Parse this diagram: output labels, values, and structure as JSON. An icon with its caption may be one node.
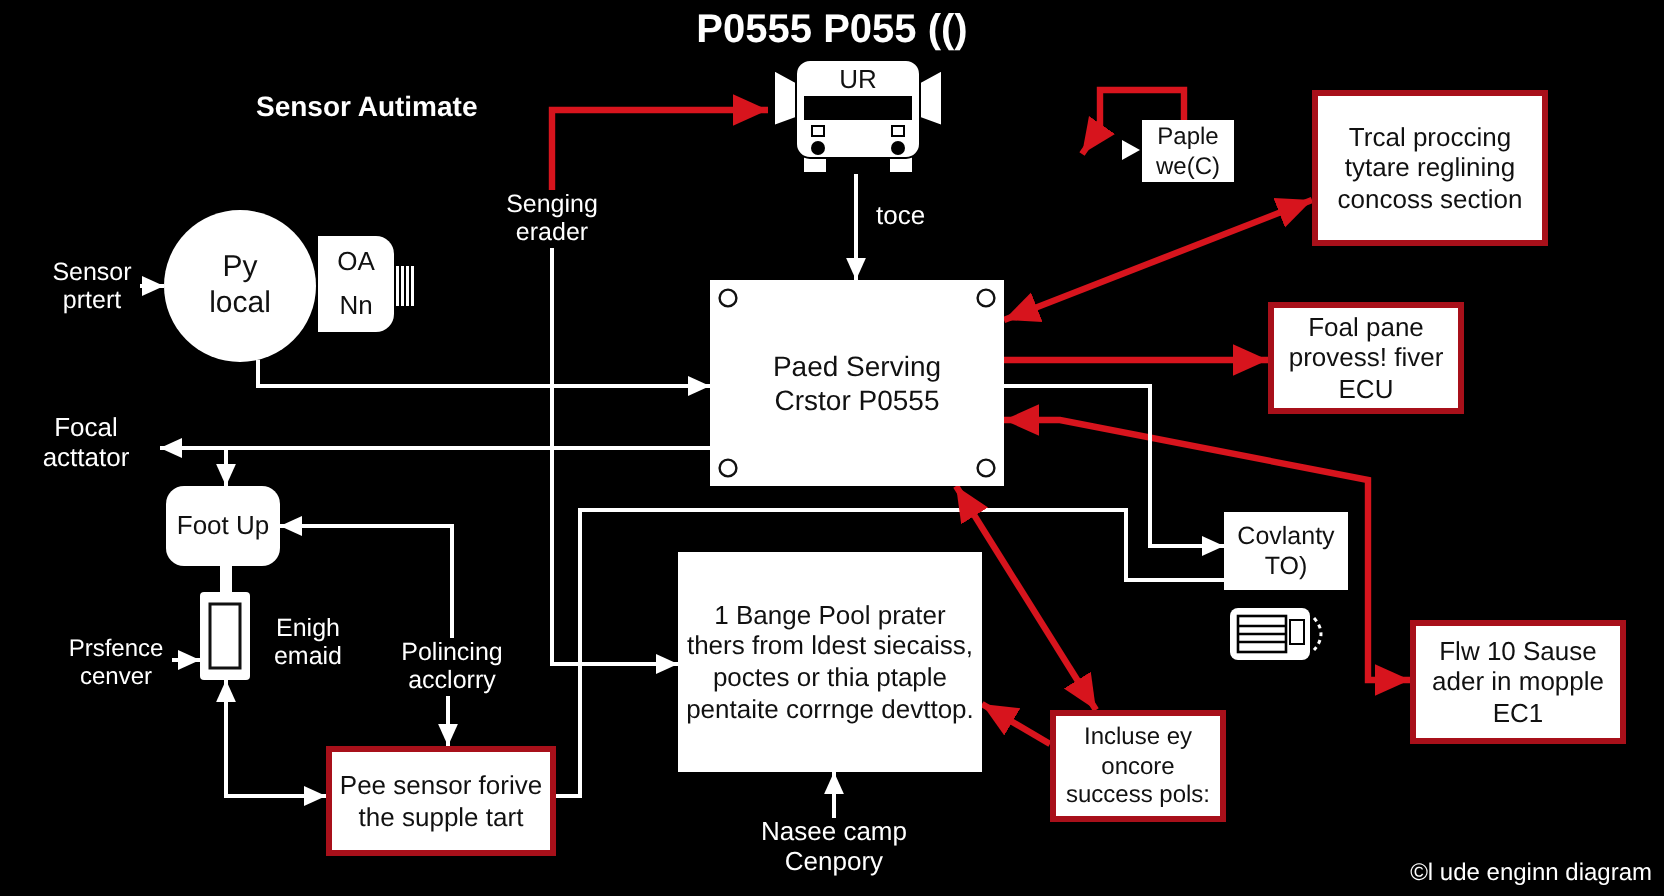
{
  "diagram": {
    "title": "P0555 P055 (()",
    "caption": "©l ude enginn diagram",
    "nodes": [
      {
        "text": [
          "UR"
        ]
      },
      {
        "text": [
          "Paple we(C)"
        ]
      },
      {
        "text": [
          "Trcal proccing tytare reglining concoss section"
        ]
      },
      {
        "text": [
          "Senging erader"
        ]
      },
      {
        "text": [
          "Sensor prtert"
        ]
      },
      {
        "text": [
          "Py local"
        ]
      },
      {
        "text": [
          "OA",
          "Nn"
        ]
      },
      {
        "text": [
          "Paed Serving Crstor P0555"
        ]
      },
      {
        "text": [
          "Foal pane provess! fiver ECU"
        ]
      },
      {
        "text": [
          "Focal acttator"
        ]
      },
      {
        "text": [
          "Foot Up"
        ]
      },
      {
        "text": [
          "Covlanty TO)"
        ]
      },
      {
        "text": [],
        "shape": "picture",
        "beside": [
          "Enigh emaid"
        ]
      },
      {
        "text": [
          "Prsfence cenver"
        ]
      },
      {
        "text": [
          "Polincing acclorry"
        ]
      },
      {
        "text": [
          "1 Bange Pool prater thers from ldest siecaiss, poctes or thia ptaple pentaite corrnge devttop."
        ]
      },
      {
        "text": [
          "Flw 10 Sause ader in mopple EC1"
        ]
      },
      {
        "text": [
          "Incluse ey oncore success pols:"
        ]
      },
      {
        "text": [
          "Pee sensor forive the supple tart"
        ]
      },
      {
        "text": [
          "Nasee camp Cenpory"
        ]
      }
    ],
    "edges": [
      {
        "from": 3,
        "to": 0,
        "arrow": "to",
        "color": "#d7141d"
      },
      {
        "from": 0,
        "to": 7,
        "arrow": "to",
        "label": "toce"
      },
      {
        "from": 4,
        "to": 5,
        "arrow": "to"
      },
      {
        "from": 5,
        "to": 7,
        "arrow": "to"
      },
      {
        "from": 1,
        "to": null,
        "arrow": "to",
        "color": "#d7141d"
      },
      {
        "from": 7,
        "to": 2,
        "arrow": "both",
        "color": "#d7141d"
      },
      {
        "from": 7,
        "to": 8,
        "arrow": "to",
        "color": "#d7141d"
      },
      {
        "from": 7,
        "to": 16,
        "arrow": "both",
        "color": "#d7141d"
      },
      {
        "from": 7,
        "to": 9,
        "arrow": "to"
      },
      {
        "from": 7,
        "to": 10,
        "arrow": "to"
      },
      {
        "from": 14,
        "to": 10,
        "arrow": "to"
      },
      {
        "from": 14,
        "to": 18,
        "arrow": "to"
      },
      {
        "from": 13,
        "to": 12,
        "arrow": "to"
      },
      {
        "from": 12,
        "to": 18,
        "arrow": "both"
      },
      {
        "from": 10,
        "to": 12,
        "arrow": "none",
        "style": "thick"
      },
      {
        "from": 3,
        "to": 15,
        "arrow": "to"
      },
      {
        "from": 18,
        "to": 11,
        "arrow": "none"
      },
      {
        "from": 7,
        "to": 11,
        "arrow": "to"
      },
      {
        "from": 7,
        "to": 17,
        "arrow": "both",
        "color": "#d7141d"
      },
      {
        "from": 17,
        "to": 15,
        "arrow": "to",
        "color": "#d7141d"
      },
      {
        "from": 19,
        "to": 15,
        "arrow": "to"
      }
    ],
    "labels": [
      "Sensor Autimate"
    ]
  }
}
